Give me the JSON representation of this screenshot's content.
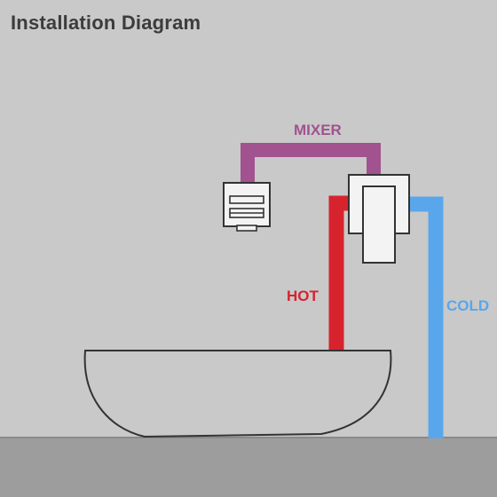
{
  "title": "Installation Diagram",
  "labels": {
    "mixer": "MIXER",
    "hot": "HOT",
    "cold": "COLD"
  },
  "colors": {
    "background": "#c9c9c9",
    "floor": "#9d9d9d",
    "title": "#3c3c3c",
    "outline": "#333333",
    "mixer_pipe": "#a1528f",
    "hot_pipe": "#d7232e",
    "cold_pipe": "#5aa6ea"
  },
  "icons": [
    "wall-mixer-icon",
    "faucet-icon",
    "basin-icon"
  ]
}
